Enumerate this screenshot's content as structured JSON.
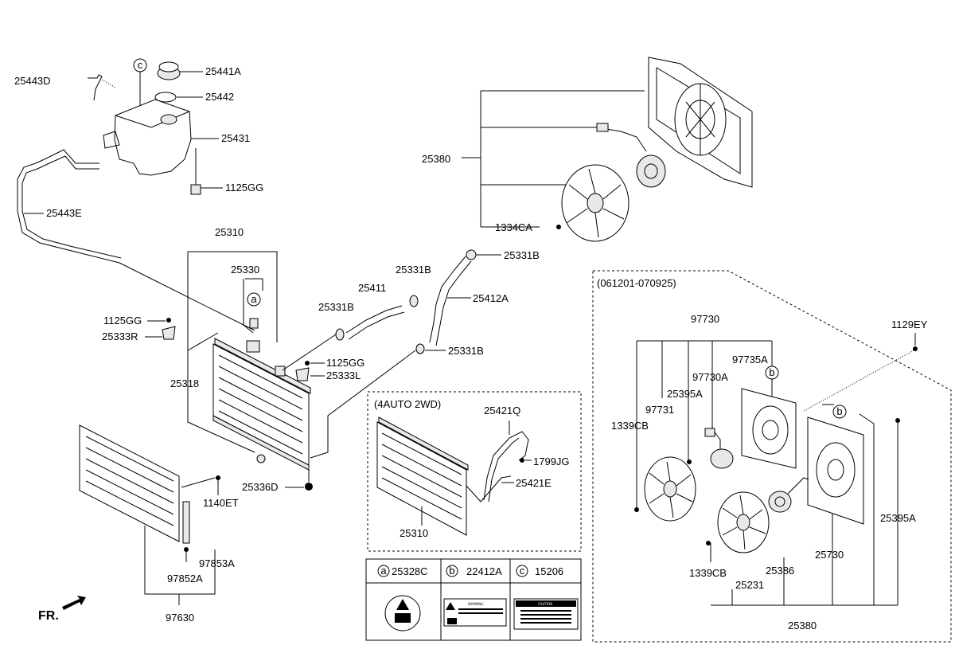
{
  "callouts": {
    "p25443D": "25443D",
    "p25441A": "25441A",
    "p25442": "25442",
    "p25431": "25431",
    "p1125GG_a": "1125GG",
    "p25443E": "25443E",
    "p25380_top": "25380",
    "p1334CA": "1334CA",
    "p25310": "25310",
    "p25330": "25330",
    "p1125GG_b": "1125GG",
    "p25333R": "25333R",
    "p25318": "25318",
    "p25411": "25411",
    "p25331B_1": "25331B",
    "p25331B_2": "25331B",
    "p25331B_3": "25331B",
    "p25331B_4": "25331B",
    "p25412A": "25412A",
    "p1125GG_c": "1125GG",
    "p25333L": "25333L",
    "p25336D": "25336D",
    "p1140ET": "1140ET",
    "p97853A": "97853A",
    "p97852A": "97852A",
    "p97630": "97630",
    "fr": "FR."
  },
  "auto_box": {
    "title": "(4AUTO 2WD)",
    "p25421Q": "25421Q",
    "p1799JG": "1799JG",
    "p25421E": "25421E",
    "p25310": "25310"
  },
  "variant_box": {
    "title": "(061201-070925)",
    "p97730": "97730",
    "p1129EY": "1129EY",
    "p97735A": "97735A",
    "p97730A": "97730A",
    "p25395A_1": "25395A",
    "p97731": "97731",
    "p1339CB_1": "1339CB",
    "p1339CB_2": "1339CB",
    "p25386": "25386",
    "p25231": "25231",
    "p25730": "25730",
    "p25395A_2": "25395A",
    "p25380": "25380"
  },
  "markers": {
    "a": "a",
    "b": "b",
    "c": "c"
  },
  "legend": [
    {
      "marker": "a",
      "part": "25328C"
    },
    {
      "marker": "b",
      "part": "22412A"
    },
    {
      "marker": "c",
      "part": "15206"
    }
  ],
  "label_text": {
    "warning": "WARNING",
    "caution": "CAUTION"
  }
}
